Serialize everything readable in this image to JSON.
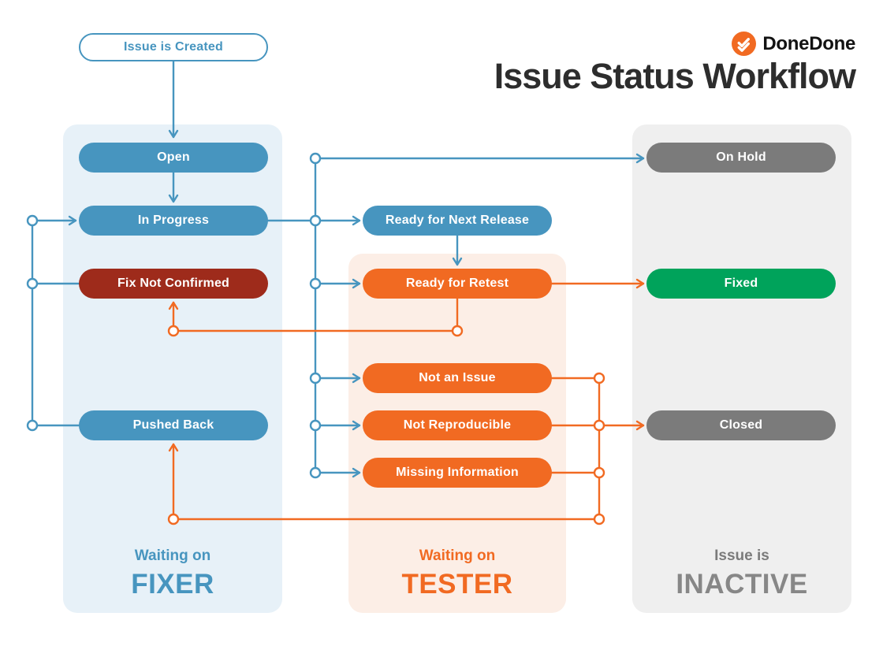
{
  "header": {
    "brand": "DoneDone",
    "title": "Issue Status Workflow"
  },
  "start": {
    "label": "Issue is Created"
  },
  "columns": [
    {
      "id": "fixer",
      "subtitle": "Waiting on",
      "title": "FIXER",
      "accent": "#4795BF",
      "bg": "#E7F1F8"
    },
    {
      "id": "tester",
      "subtitle": "Waiting on",
      "title": "TESTER",
      "accent": "#F16A22",
      "bg": "#FCEEE6"
    },
    {
      "id": "inactive",
      "subtitle": "Issue is",
      "title": "INACTIVE",
      "accent": "#878787",
      "bg": "#EFEFEF"
    }
  ],
  "nodes": {
    "open": {
      "label": "Open",
      "color": "#4795BF",
      "column": "fixer"
    },
    "in_progress": {
      "label": "In Progress",
      "color": "#4795BF",
      "column": "fixer"
    },
    "fix_not_confirmed": {
      "label": "Fix Not Confirmed",
      "color": "#9E2B1B",
      "column": "fixer"
    },
    "pushed_back": {
      "label": "Pushed Back",
      "color": "#4795BF",
      "column": "fixer"
    },
    "ready_for_next_release": {
      "label": "Ready for Next Release",
      "color": "#4795BF",
      "column": "tester"
    },
    "ready_for_retest": {
      "label": "Ready for Retest",
      "color": "#F16A22",
      "column": "tester"
    },
    "not_an_issue": {
      "label": "Not an Issue",
      "color": "#F16A22",
      "column": "tester"
    },
    "not_reproducible": {
      "label": "Not Reproducible",
      "color": "#F16A22",
      "column": "tester"
    },
    "missing_information": {
      "label": "Missing Information",
      "color": "#F16A22",
      "column": "tester"
    },
    "on_hold": {
      "label": "On Hold",
      "color": "#7B7B7B",
      "column": "inactive"
    },
    "fixed": {
      "label": "Fixed",
      "color": "#00A35B",
      "column": "inactive"
    },
    "closed": {
      "label": "Closed",
      "color": "#7B7B7B",
      "column": "inactive"
    }
  },
  "edges": [
    {
      "from": "issue_created",
      "to": "open"
    },
    {
      "from": "open",
      "to": "in_progress"
    },
    {
      "from": "fix_not_confirmed",
      "to": "in_progress"
    },
    {
      "from": "pushed_back",
      "to": "in_progress"
    },
    {
      "from": "in_progress",
      "to": "on_hold"
    },
    {
      "from": "in_progress",
      "to": "ready_for_next_release"
    },
    {
      "from": "in_progress",
      "to": "ready_for_retest"
    },
    {
      "from": "in_progress",
      "to": "not_an_issue"
    },
    {
      "from": "in_progress",
      "to": "not_reproducible"
    },
    {
      "from": "in_progress",
      "to": "missing_information"
    },
    {
      "from": "ready_for_next_release",
      "to": "ready_for_retest"
    },
    {
      "from": "ready_for_retest",
      "to": "fixed"
    },
    {
      "from": "ready_for_retest",
      "to": "fix_not_confirmed"
    },
    {
      "from": "not_an_issue",
      "to": "closed"
    },
    {
      "from": "not_reproducible",
      "to": "closed"
    },
    {
      "from": "missing_information",
      "to": "closed"
    },
    {
      "from": "not_an_issue",
      "to": "pushed_back"
    },
    {
      "from": "not_reproducible",
      "to": "pushed_back"
    },
    {
      "from": "missing_information",
      "to": "pushed_back"
    }
  ],
  "palette": {
    "blue": "#4795BF",
    "orange": "#F16A22",
    "dark_red": "#9E2B1B",
    "green": "#00A35B",
    "gray": "#7B7B7B",
    "panel_blue": "#E7F1F8",
    "panel_orange": "#FCEEE6",
    "panel_gray": "#EFEFEF",
    "title_text": "#2D2D2D"
  }
}
